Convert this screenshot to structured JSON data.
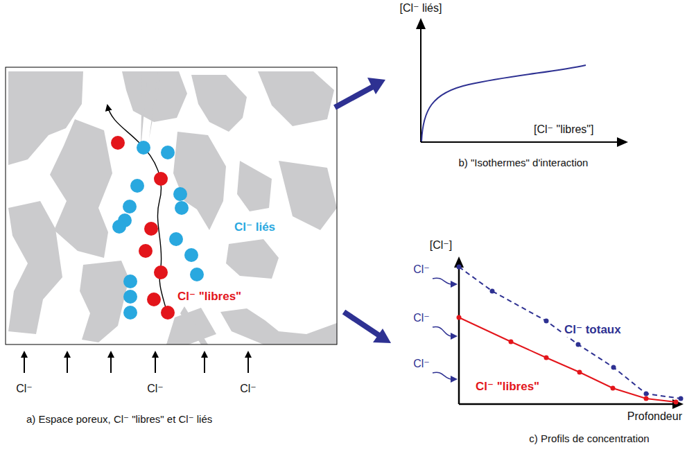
{
  "diagram": {
    "labels": [
      "Cl⁻ liés",
      "Cl⁻ \"libres\"",
      "Cl⁻",
      "Cl⁻",
      "Cl⁻",
      "a) Espace poreux, Cl⁻ \"libres\" et Cl⁻ liés",
      "[Cl⁻ liés]",
      "[Cl⁻ \"libres\"]",
      "b) \"Isothermes\" d'interaction",
      "[Cl⁻]",
      "Cl⁻",
      "Cl⁻",
      "Cl⁻",
      "Cl⁻ totaux",
      "Cl⁻ \"libres\"",
      "Profondeur",
      "c) Profils de concentration"
    ]
  }
}
